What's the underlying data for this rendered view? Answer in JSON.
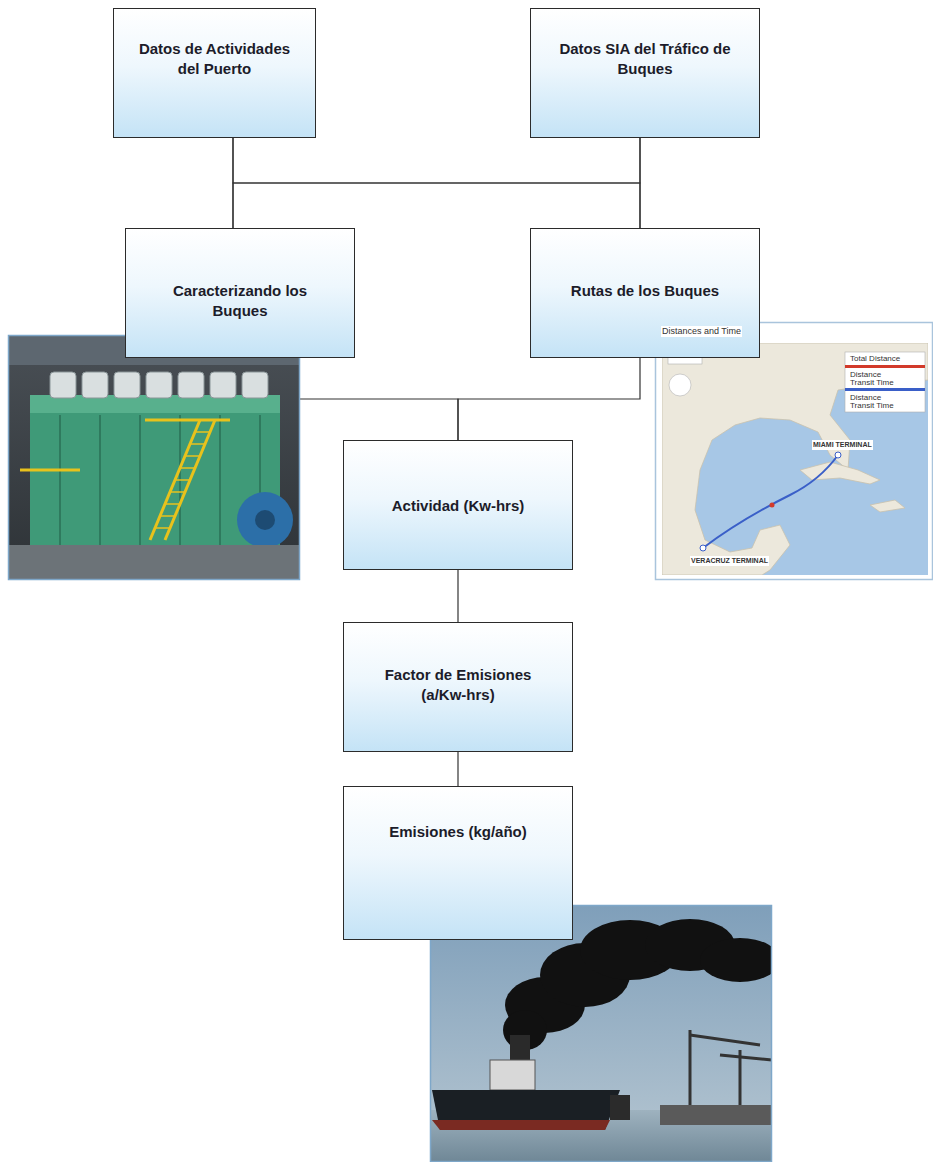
{
  "diagram": {
    "nodes": [
      {
        "text": [
          "Datos de Actividades del Puerto"
        ]
      },
      {
        "text": [
          "Datos SIA del Tráfico de Buques"
        ]
      },
      {
        "text": [
          "Caracterizando los Buques"
        ]
      },
      {
        "text": [
          "Rutas de los Buques"
        ]
      },
      {
        "text": [
          "Actividad (Kw-hrs)"
        ]
      },
      {
        "text": [
          "Factor de Emisiones (a/Kw-hrs)"
        ]
      },
      {
        "text": [
          "Emisiones (kg/año)"
        ]
      }
    ],
    "edges": [
      {
        "from": 0,
        "to": 2,
        "arrow": "none"
      },
      {
        "from": 0,
        "to": 3,
        "arrow": "none"
      },
      {
        "from": 1,
        "to": 2,
        "arrow": "none"
      },
      {
        "from": 1,
        "to": 3,
        "arrow": "none"
      },
      {
        "from": 2,
        "to": 4,
        "arrow": "none"
      },
      {
        "from": 3,
        "to": 4,
        "arrow": "none"
      },
      {
        "from": 4,
        "to": 5,
        "arrow": "none"
      },
      {
        "from": 5,
        "to": 6,
        "arrow": "none"
      }
    ],
    "labels": [
      "Distances and Time",
      "Total Distance",
      "Distance",
      "Transit Time",
      "Distance",
      "Transit Time",
      "VERACRUZ TERMINAL",
      "MIAMI TERMINAL"
    ]
  }
}
